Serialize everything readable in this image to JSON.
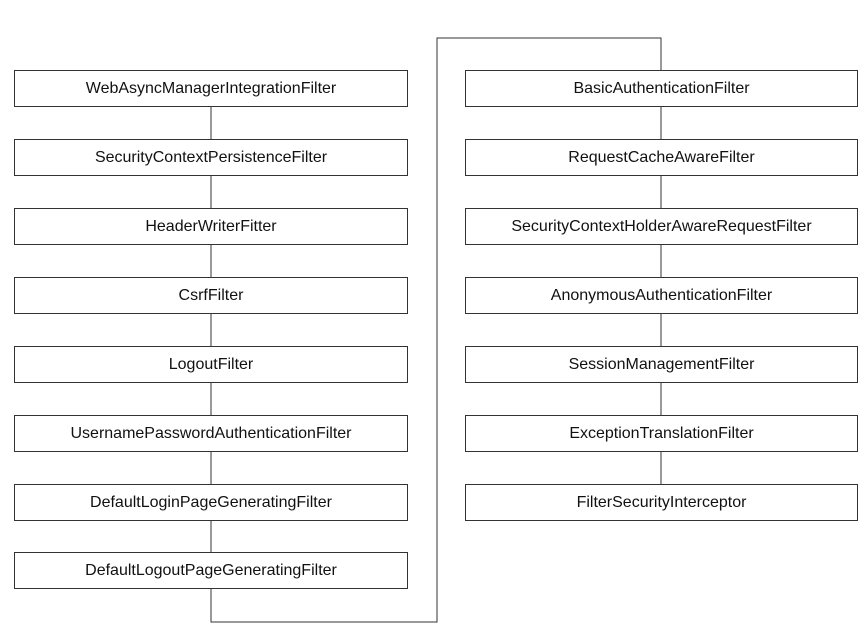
{
  "diagram": {
    "left_column": [
      "WebAsyncManagerIntegrationFilter",
      "SecurityContextPersistenceFilter",
      "HeaderWriterFitter",
      "CsrfFilter",
      "LogoutFilter",
      "UsernamePasswordAuthenticationFilter",
      "DefaultLoginPageGeneratingFilter",
      "DefaultLogoutPageGeneratingFilter"
    ],
    "right_column": [
      "BasicAuthenticationFilter",
      "RequestCacheAwareFilter",
      "SecurityContextHolderAwareRequestFilter",
      "AnonymousAuthenticationFilter",
      "SessionManagementFilter",
      "ExceptionTranslationFilter",
      "FilterSecurityInterceptor"
    ]
  }
}
